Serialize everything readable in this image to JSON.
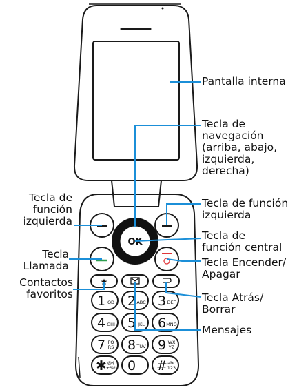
{
  "labels": {
    "internal_screen": "Pantalla interna",
    "nav_key": [
      "Tecla de",
      "navegación",
      "(arriba, abajo,",
      "izquierda,",
      "derecha)"
    ],
    "left_soft_key": [
      "Tecla de",
      "función",
      "izquierda"
    ],
    "right_soft_key": [
      "Tecla de función",
      "izquierda"
    ],
    "call_key": [
      "Tecla",
      "Llamada"
    ],
    "center_key": [
      "Tecla de",
      "función central"
    ],
    "power_key": [
      "Tecla Encender/",
      "Apagar"
    ],
    "favorites": [
      "Contactos",
      "favoritos"
    ],
    "back_key": [
      "Tecla Atrás/",
      "Borrar"
    ],
    "messages": "Mensajes"
  },
  "keys": {
    "ok": "OK",
    "rows": [
      [
        {
          "num": "1",
          "sub": "QD"
        },
        {
          "num": "2",
          "sub": "ABC"
        },
        {
          "num": "3",
          "sub": "DEF"
        }
      ],
      [
        {
          "num": "4",
          "sub": "GHI"
        },
        {
          "num": "5",
          "sub": "JKL"
        },
        {
          "num": "6",
          "sub": "MNO"
        }
      ],
      [
        {
          "num": "7",
          "sub": "PQ RS"
        },
        {
          "num": "8",
          "sub": "TUV"
        },
        {
          "num": "9",
          "sub": "WX YZ"
        }
      ],
      [
        {
          "num": "✱",
          "sub": "@$ +%!"
        },
        {
          "num": "0",
          "sub": "⎵"
        },
        {
          "num": "#",
          "sub": "abc 123"
        }
      ]
    ]
  },
  "colors": {
    "line": "#1a1a1a",
    "accent": "#1b8fd8",
    "call": "#2e9e4f",
    "power": "#e0363a"
  }
}
